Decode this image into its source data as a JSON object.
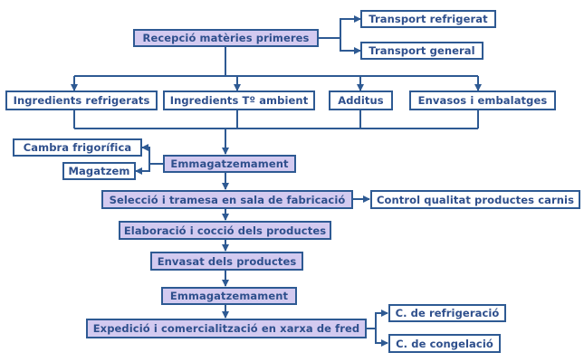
{
  "diagram": {
    "colors": {
      "line": "#2e5a93",
      "text": "#2e4f8c",
      "filled_box": "#d3caf0",
      "plain_box": "#ffffff"
    },
    "nodes": {
      "reception": "Recepció matèries  primeres",
      "transport_refrigerated": "Transport refrigerat",
      "transport_general": "Transport general",
      "ingredients_refrigerated": "Ingredients refrigerats",
      "ingredients_ambient": "Ingredients Tº ambient",
      "additives": "Additus",
      "packaging": "Envasos i embalatges",
      "cold_room": "Cambra frigorífica",
      "warehouse": "Magatzem",
      "storage_1": "Emmagatzemament",
      "selection": "Selecció i tramesa en sala de fabricació",
      "quality_control": "Control qualitat productes carnis",
      "elaboration": "Elaboració i cocció dels productes",
      "packing": "Envasat dels productes",
      "storage_2": "Emmagatzemament",
      "dispatch": "Expedició i comercialització en xarxa de fred",
      "refrigeration": "C. de refrigeració",
      "freezing": "C. de congelació"
    }
  }
}
